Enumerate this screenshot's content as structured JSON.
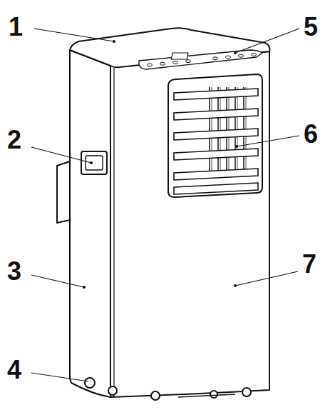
{
  "diagram": {
    "labels": [
      "1",
      "5",
      "2",
      "6",
      "3",
      "7",
      "4"
    ]
  }
}
